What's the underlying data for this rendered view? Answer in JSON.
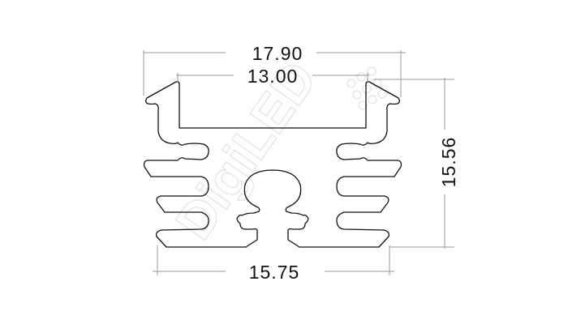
{
  "drawing": {
    "dimensions": {
      "overall_top_width": "17.90",
      "inner_channel_width": "13.00",
      "height": "15.56",
      "base_width": "15.75"
    },
    "watermark": "DigiLED"
  }
}
